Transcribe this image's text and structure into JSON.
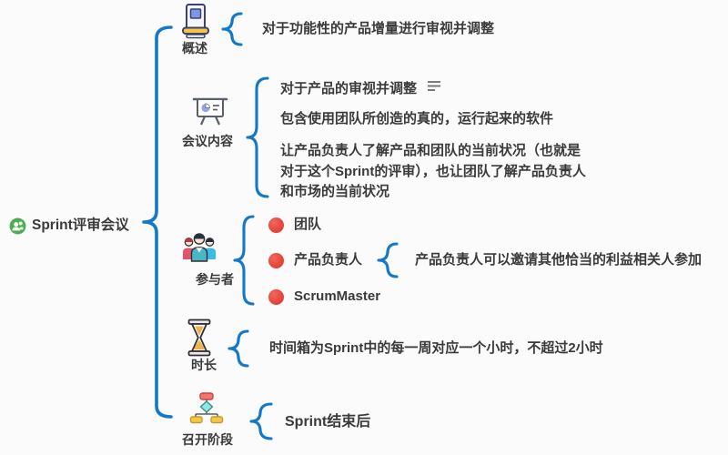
{
  "colors": {
    "brace": "#1478c8",
    "text": "#3a3a3a",
    "marker": "#e8473c",
    "background": "#fbfbfb"
  },
  "root": {
    "label": "Sprint评审会议",
    "icon": "people-group-icon"
  },
  "branches": [
    {
      "label": "概述",
      "icon": "laptop-icon",
      "children": [
        {
          "text": "对于功能性的产品增量进行审视并调整"
        }
      ]
    },
    {
      "label": "会议内容",
      "icon": "presentation-board-icon",
      "children": [
        {
          "text": "对于产品的审视并调整",
          "note_indicator": "notes-icon"
        },
        {
          "text": "包含使用团队所创造的真的，运行起来的软件"
        },
        {
          "text": "让产品负责人了解产品和团队的当前状况（也就是对于这个Sprint的评审），也让团队了解产品负责人和市场的当前状况"
        }
      ]
    },
    {
      "label": "参与者",
      "icon": "team-people-icon",
      "children": [
        {
          "text": "团队",
          "marker": "red-dot"
        },
        {
          "text": "产品负责人",
          "marker": "red-dot",
          "children": [
            {
              "text": "产品负责人可以邀请其他恰当的利益相关人参加"
            }
          ]
        },
        {
          "text": "ScrumMaster",
          "marker": "red-dot"
        }
      ]
    },
    {
      "label": "时长",
      "icon": "hourglass-icon",
      "children": [
        {
          "text": "时间箱为Sprint中的每一周对应一个小时，不超过2小时"
        }
      ]
    },
    {
      "label": "召开阶段",
      "icon": "flowchart-icon",
      "children": [
        {
          "text": "Sprint结束后"
        }
      ]
    }
  ]
}
